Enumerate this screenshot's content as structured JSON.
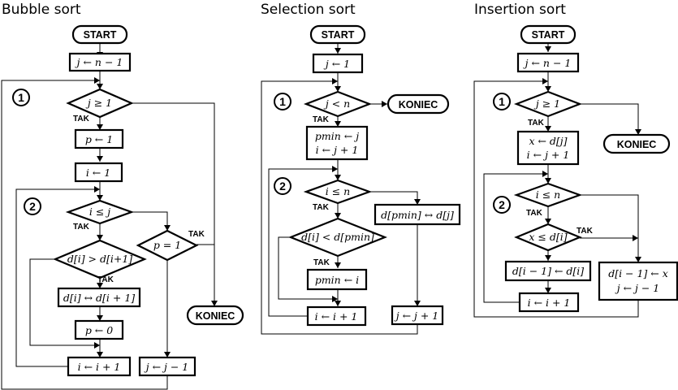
{
  "titles": {
    "bubble": "Bubble sort",
    "selection": "Selection sort",
    "insertion": "Insertion sort"
  },
  "start_label": "START",
  "end_label": "KONIEC",
  "yes_label": "TAK",
  "loop_markers": [
    "1",
    "2"
  ],
  "bubble": {
    "init": "j ← n − 1",
    "cond_outer": "j ≥ 1",
    "set_p1": "p ← 1",
    "set_i1": "i ← 1",
    "cond_inner": "i ≤ j",
    "cond_compare": "d[i] > d[i+1]",
    "swap": "d[i] ↔ d[i + 1]",
    "set_p0": "p ← 0",
    "inc_i": "i ← i + 1",
    "cond_p": "p = 1",
    "dec_j": "j ← j − 1"
  },
  "selection": {
    "init": "j ← 1",
    "cond_outer": "j < n",
    "assign_line1": "pmin ← j",
    "assign_line2": "i ← j + 1",
    "cond_inner": "i ≤ n",
    "cond_compare": "d[i] < d[pmin]",
    "set_pmin": "pmin ← i",
    "inc_i": "i ← i + 1",
    "swap": "d[pmin] ↔ d[j]",
    "inc_j": "j ← j + 1"
  },
  "insertion": {
    "init": "j ← n − 1",
    "cond_outer": "j ≥ 1",
    "assign_line1": "x ← d[j]",
    "assign_line2": "i ← j + 1",
    "cond_inner": "i ≤ n",
    "cond_compare": "x ≤ d[i]",
    "shift": "d[i − 1] ← d[i]",
    "inc_i": "i ← i + 1",
    "place_line1": "d[i − 1] ← x",
    "place_line2": "j ← j − 1"
  }
}
